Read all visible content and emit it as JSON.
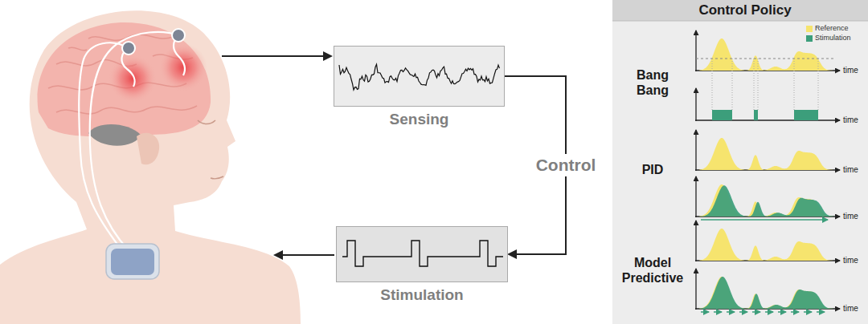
{
  "diagram": {
    "nodes": [
      {
        "text": [
          "Sensing"
        ]
      },
      {
        "text": [
          "Stimulation"
        ]
      },
      {
        "text": [
          "Control Policy"
        ]
      }
    ],
    "edges": [
      {
        "from": 0,
        "to": 1,
        "label": "Control",
        "arrow": "to"
      }
    ],
    "labels": [
      "Bang Bang",
      "time",
      "time",
      "PID",
      "time",
      "time",
      "Model Predictive",
      "time",
      "time"
    ],
    "legend": [
      {
        "text": "Reference",
        "color": "#f6e46e"
      },
      {
        "text": "Stimulation",
        "color": "#3c9e7b"
      }
    ]
  }
}
